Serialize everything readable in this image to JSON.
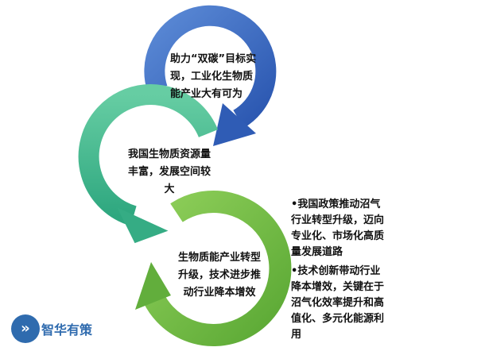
{
  "steps": [
    {
      "text": "助力“双碳”目标实现，工业化生物质能产业大有可为",
      "color": "#3e6cc4"
    },
    {
      "text": "我国生物质资源量丰富，发展空间较大",
      "color": "#3fb58f"
    },
    {
      "text": "生物质能产业转型升级，技术进步推动行业降本增效",
      "color": "#6cb843"
    }
  ],
  "bullets": [
    "我国政策推动沼气行业转型升级，迈向专业化、市场化高质量发展道路",
    "技术创新带动行业降本增效，关键在于沼气化效率提升和高值化、多元化能源利用"
  ],
  "watermark": {
    "text": "智华有策"
  }
}
